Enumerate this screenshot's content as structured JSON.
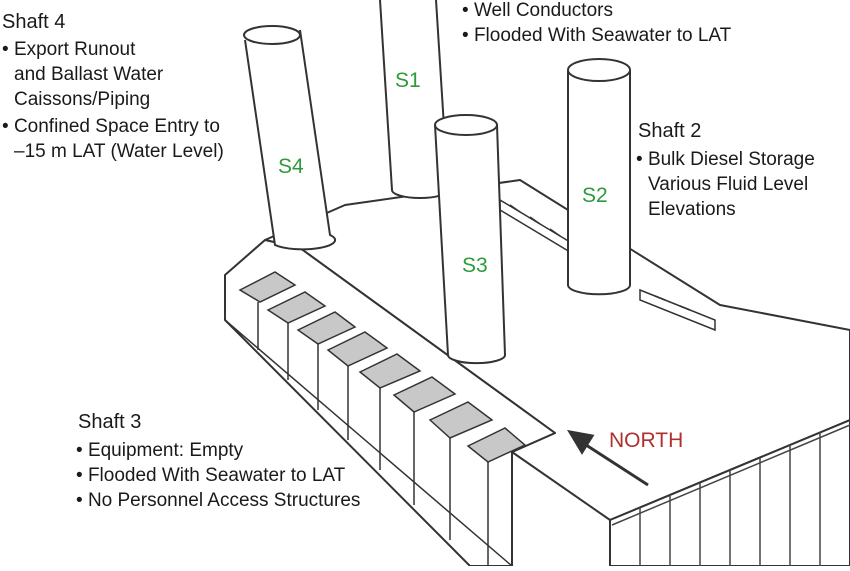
{
  "shafts": {
    "s1": {
      "label": "S1",
      "bullets": [
        "Well Conductors",
        "Flooded With Seawater to LAT"
      ]
    },
    "s2": {
      "label": "S2",
      "title": "Shaft 2",
      "bullet1": [
        "Bulk Diesel Storage",
        "Various Fluid Level",
        "Elevations"
      ]
    },
    "s3": {
      "label": "S3",
      "title": "Shaft 3",
      "bullets": [
        "Equipment: Empty",
        "Flooded With Seawater to LAT",
        "No Personnel Access Structures"
      ]
    },
    "s4": {
      "label": "S4",
      "title": "Shaft 4",
      "bullet1": [
        "Export Runout",
        "and Ballast Water",
        "Caissons/Piping"
      ],
      "bullet2": [
        "Confined Space Entry to",
        "–15 m LAT (Water Level)"
      ]
    }
  },
  "north_label": "NORTH",
  "colors": {
    "shaft_label": "#2e9a3a",
    "north": "#b03030",
    "line": "#333333",
    "fill": "#ffffff"
  }
}
